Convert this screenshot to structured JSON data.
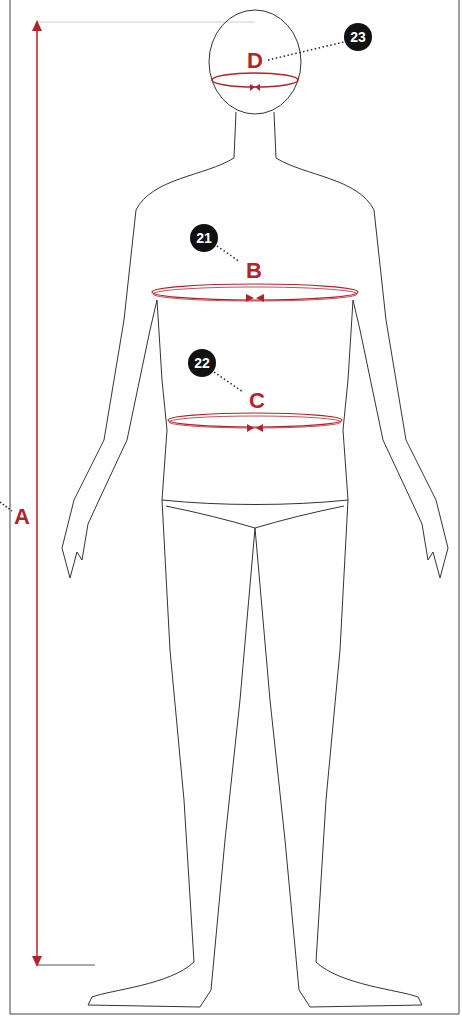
{
  "diagram": {
    "labels": [
      "23",
      "D",
      "21",
      "B",
      "22",
      "C",
      "A"
    ]
  }
}
